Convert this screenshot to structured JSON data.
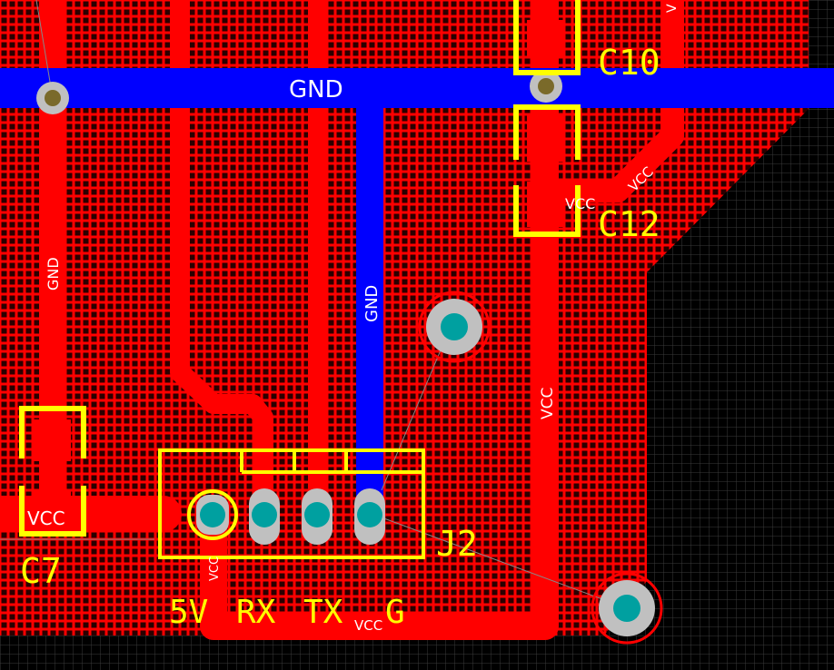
{
  "colors": {
    "background": "#000000",
    "board_grid": "#3a3a3a",
    "copper_top": "#ff0000",
    "copper_bottom": "#0000ff",
    "silkscreen": "#ffff00",
    "pad": "#ff0000",
    "via_ring": "#c0c0c0",
    "via_hole": "#7a6a2a",
    "through_hole": "#00a0a0",
    "net_label": "#ffffff"
  },
  "net_labels": {
    "gnd_horizontal": "GND",
    "gnd_vertical": "GND",
    "gnd_left": "GND",
    "vcc_right": "VCC",
    "vcc_diag": "VCC",
    "vcc_c12": "VCC",
    "vcc_c7": "VCC",
    "vcc_j2": "VCC",
    "vcc_bottom": "VCC",
    "vcc_top_right": "V"
  },
  "designators": {
    "c10": "C10",
    "c12": "C12",
    "c7": "C7",
    "j2": "J2"
  },
  "connector_pin_labels": {
    "pin1": "5V",
    "pin2": "RX",
    "pin3": "TX",
    "pin4": "G"
  }
}
